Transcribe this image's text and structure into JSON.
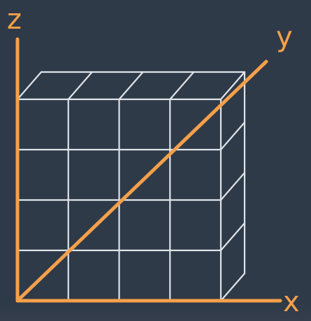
{
  "axes": {
    "x_label": "x",
    "y_label": "y",
    "z_label": "z"
  },
  "grid": {
    "columns": 4,
    "rows": 4,
    "depth_cells": 1
  },
  "colors": {
    "background": "#2f3a48",
    "axis": "#f5a04a",
    "grid_line": "#dfe4ea"
  }
}
